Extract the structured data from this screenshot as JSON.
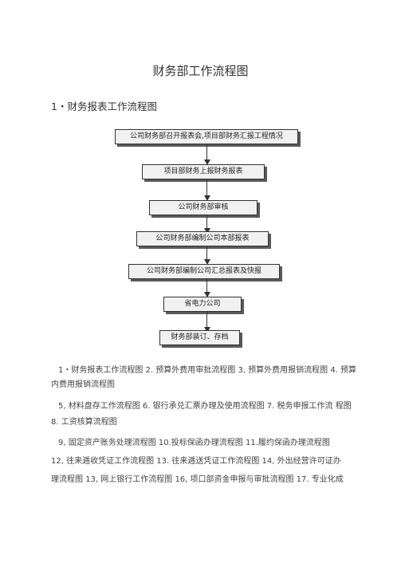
{
  "document": {
    "title": "财务部工作流程图",
    "section_title": "1・财务报表工作流程图",
    "flowchart": [
      "公司财务部召开报表会,项目部财务汇报工程情况",
      "项目部财务上报财务报表",
      "公司财务部审核",
      "公司财务部编制公司本部报表",
      "公司财务部编制公司汇总报表及快报",
      "省电力公司",
      "财务部装订、存档"
    ],
    "paragraphs": [
      "1・财务报表工作流程图 2. 预算外费用审批流程图 3, 预算外费用报销流程图 4. 预算",
      "内费用报销流程图",
      "5, 材料盘存工作流程图 6. 银行承兑汇票办理及使用流程图 7. 税务申报工作流  程图",
      "8. 工资核算流程图",
      "9, 固定资产账务处理流程图 10.投标保函办理流程图 11.履约保函办理流程图",
      "12, 往来逓收凭证工作流程图 13. 往来逓送凭证工作流程图 14, 外出经营许可证办",
      "理流程图 13, 网上银行工作流程图 16, 项口部资金申报与审批流程图 17. 专业化成"
    ]
  }
}
